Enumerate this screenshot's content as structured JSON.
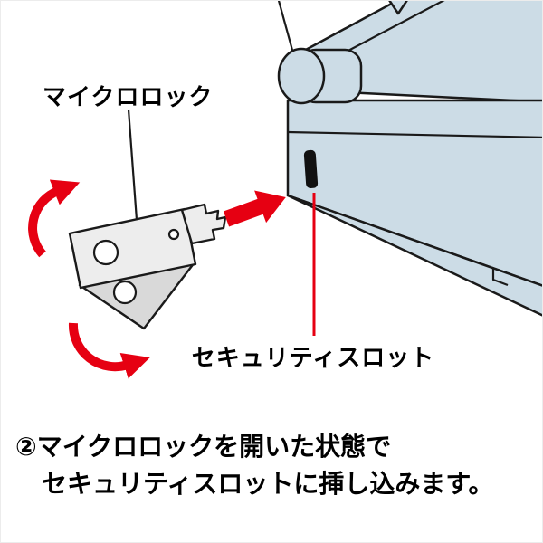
{
  "colors": {
    "accent_red": "#e60012",
    "laptop_fill": "#ccdce6",
    "outline": "#1a1a1a",
    "lock_fill": "#ededed",
    "lock_flap_fill": "#d9d9d9",
    "slot_color": "#111111"
  },
  "labels": {
    "micro_lock": "マイクロロック",
    "security_slot": "セキュリティスロット"
  },
  "caption": {
    "step_number": "②",
    "line1": "マイクロロックを開いた状態で",
    "line2": "セキュリティスロットに挿し込みます。"
  }
}
